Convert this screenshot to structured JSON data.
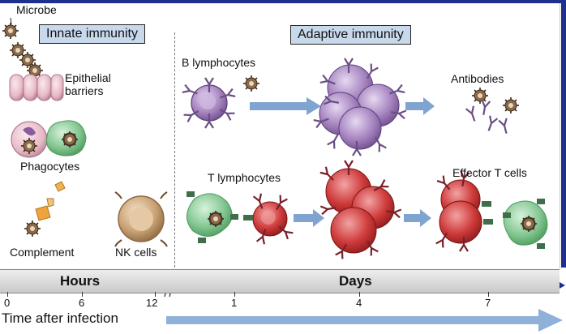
{
  "labels": {
    "microbe": "Microbe",
    "innate_immunity": "Innate immunity",
    "adaptive_immunity": "Adaptive immunity",
    "epithelial_barriers_1": "Epithelial",
    "epithelial_barriers_2": "barriers",
    "phagocytes": "Phagocytes",
    "complement": "Complement",
    "nk_cells": "NK cells",
    "b_lymphocytes": "B lymphocytes",
    "antibodies": "Antibodies",
    "t_lymphocytes": "T lymphocytes",
    "effector_t_cells": "Effector T cells"
  },
  "timeline": {
    "hours": "Hours",
    "days": "Days",
    "ticks": [
      "0",
      "6",
      "12",
      "1",
      "4",
      "7"
    ],
    "axis_label": "Time after infection"
  },
  "colors": {
    "header_fill": "#c9d9ec",
    "b_cell": "#9a7cb3",
    "t_cell": "#c83434",
    "effector_macrophage": "#7cc28a",
    "nk_cell": "#c8a273",
    "arrow": "#7fa4cf",
    "frame": "#1f2f8c"
  }
}
